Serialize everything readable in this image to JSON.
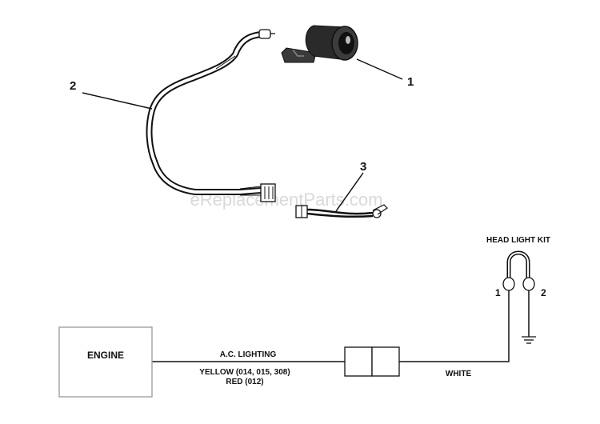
{
  "callouts": {
    "headlight": "1",
    "harness": "2",
    "adapter": "3"
  },
  "watermark": "eReplacementParts.com",
  "schematic": {
    "kit_title": "HEAD LIGHT KIT",
    "engine": "ENGINE",
    "ac_lighting": "A.C. LIGHTING",
    "wire_yellow": "YELLOW (014, 015, 308)",
    "wire_red": "RED (012)",
    "wire_white": "WHITE",
    "lamp_terminal_1": "1",
    "lamp_terminal_2": "2"
  }
}
